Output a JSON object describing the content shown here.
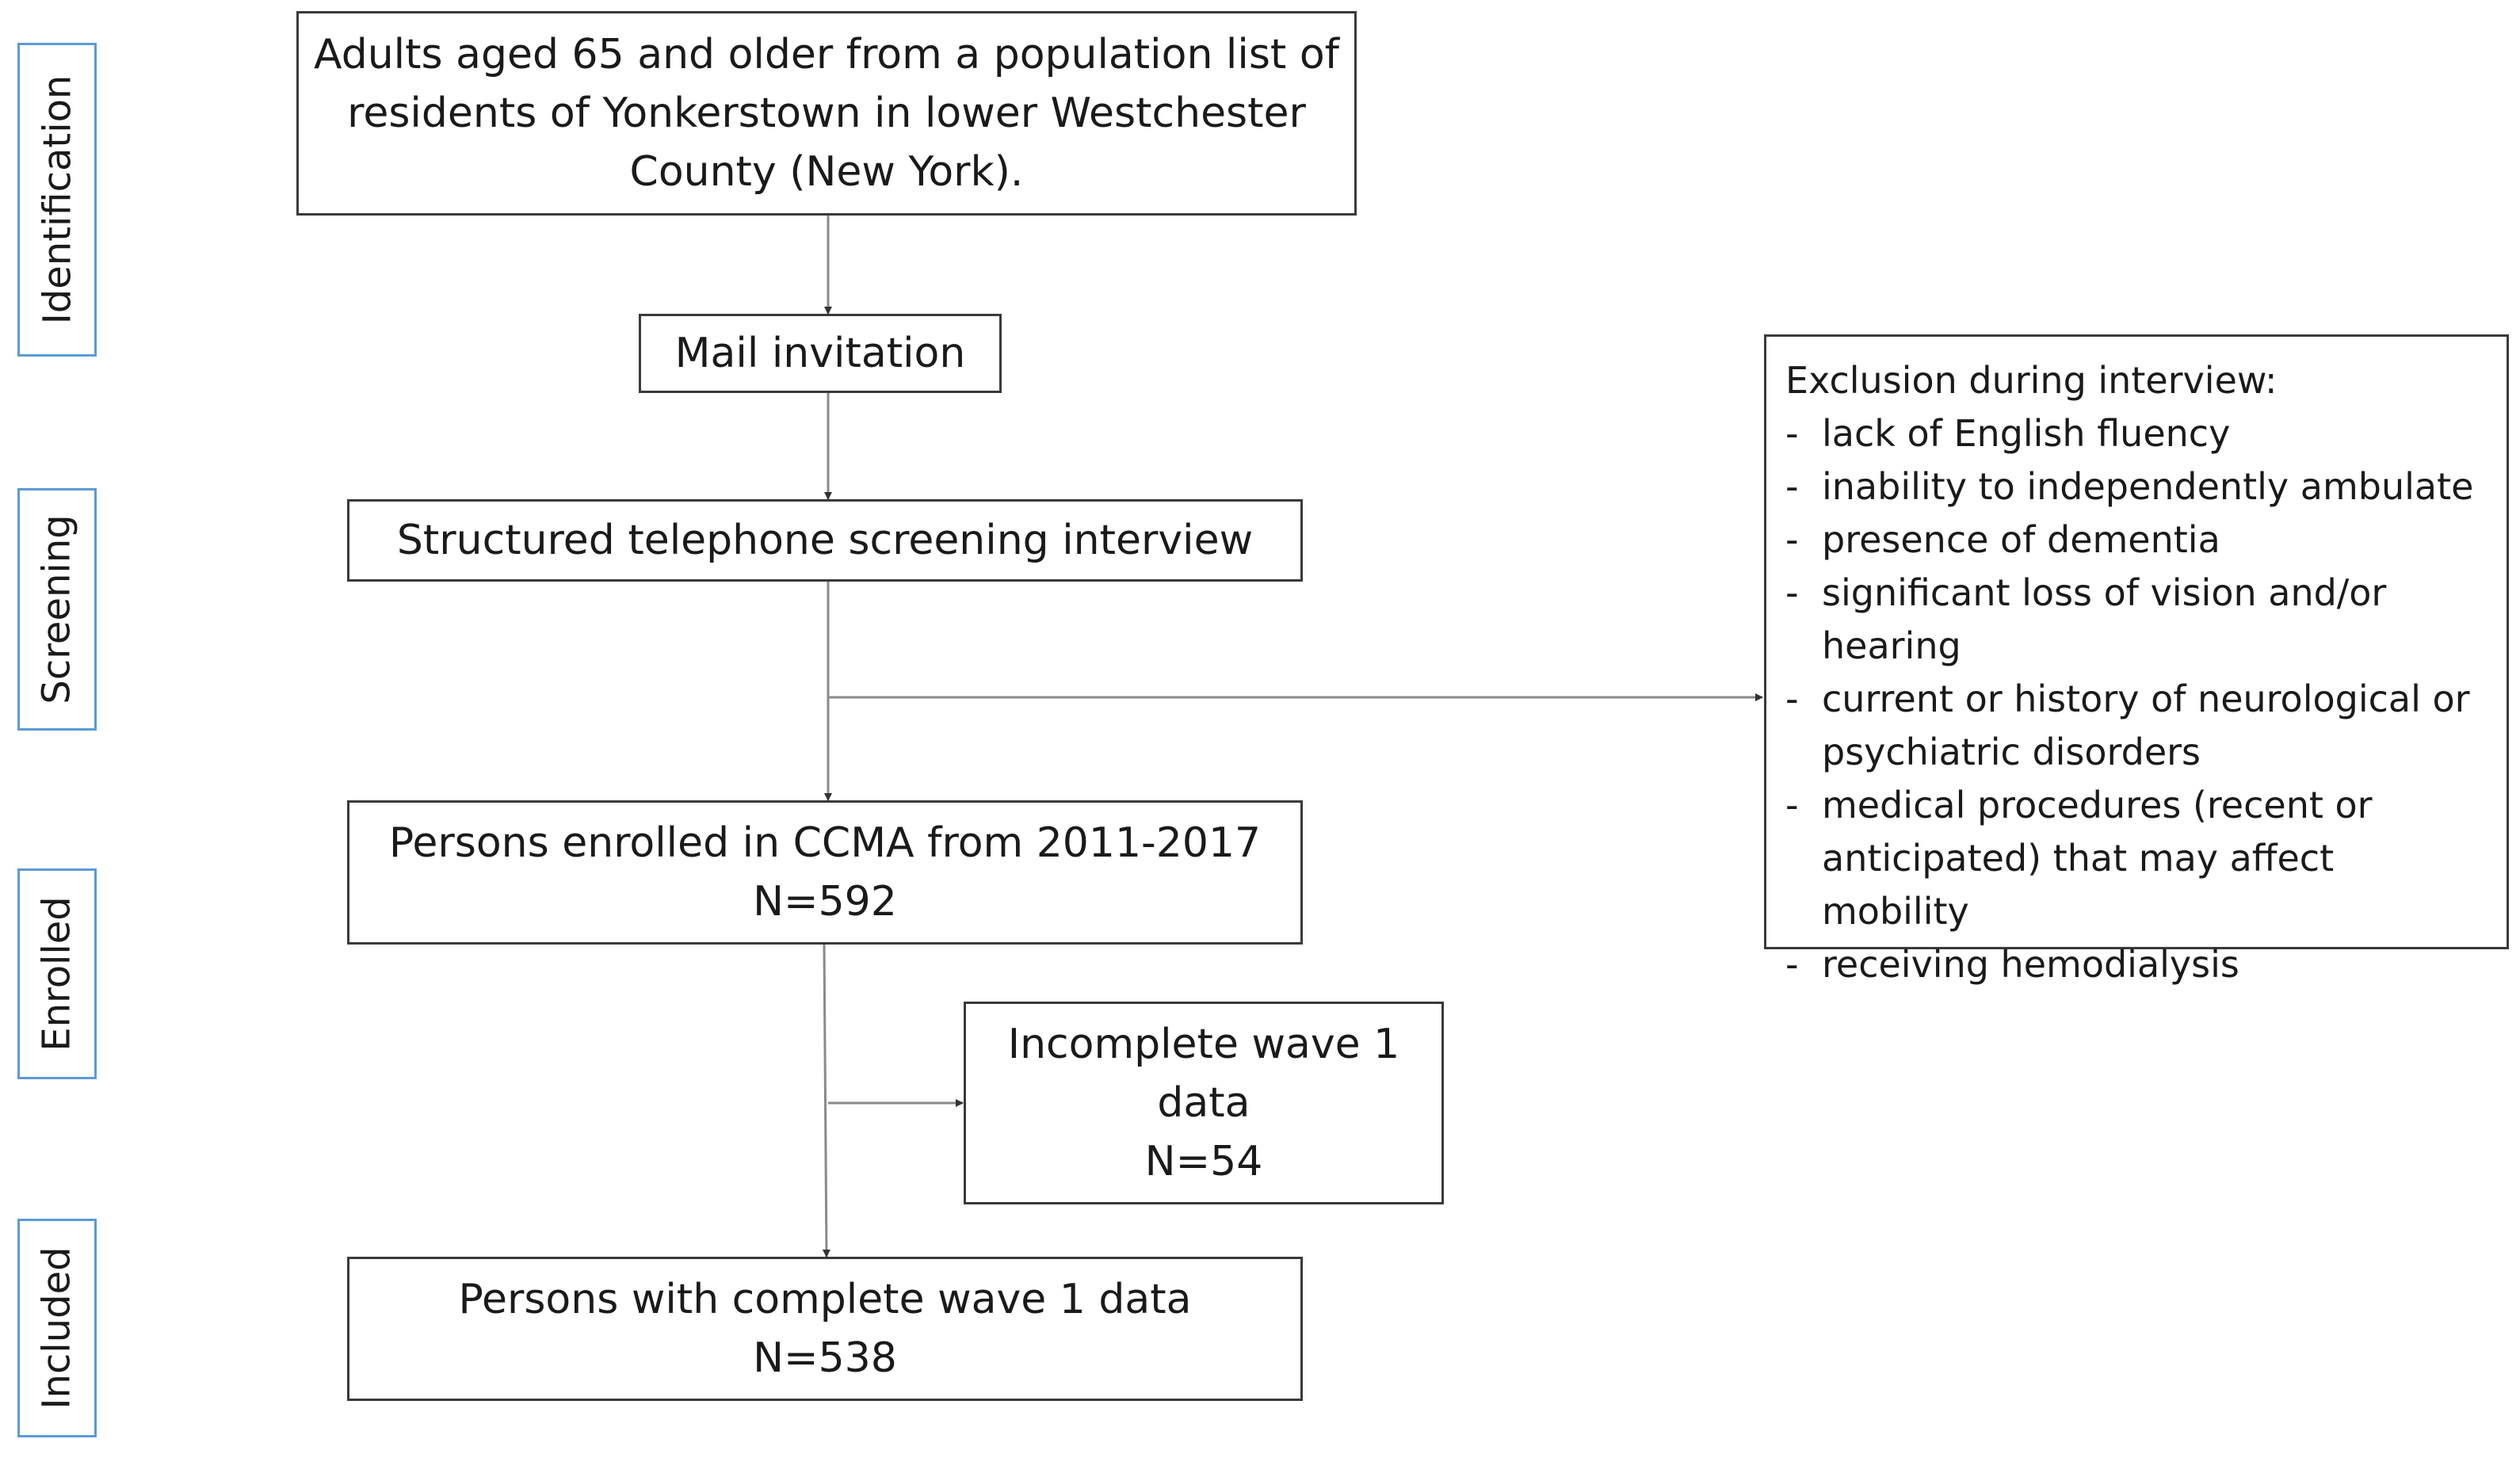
{
  "stages": {
    "identification": "Identification",
    "screening": "Screening",
    "enrolled": "Enrolled",
    "included": "Included"
  },
  "boxes": {
    "population": [
      "Adults aged 65 and older from a population list of",
      "residents of Yonkerstown in lower Westchester",
      "County (New York)."
    ],
    "mail": [
      "Mail invitation"
    ],
    "telephone": [
      "Structured telephone screening interview"
    ],
    "enrolled": [
      "Persons enrolled in CCMA from 2011-2017",
      "N=592"
    ],
    "incomplete": [
      "Incomplete wave 1",
      "data",
      "N=54"
    ],
    "complete": [
      "Persons with complete wave 1 data",
      "N=538"
    ]
  },
  "exclusion": {
    "title": "Exclusion during interview:",
    "items": [
      "lack of English fluency",
      "inability to independently ambulate",
      "presence of dementia",
      "significant loss of vision and/or hearing",
      "current or history of neurological or psychiatric disorders",
      "medical procedures (recent or anticipated) that may affect mobility",
      "receiving hemodialysis"
    ]
  }
}
